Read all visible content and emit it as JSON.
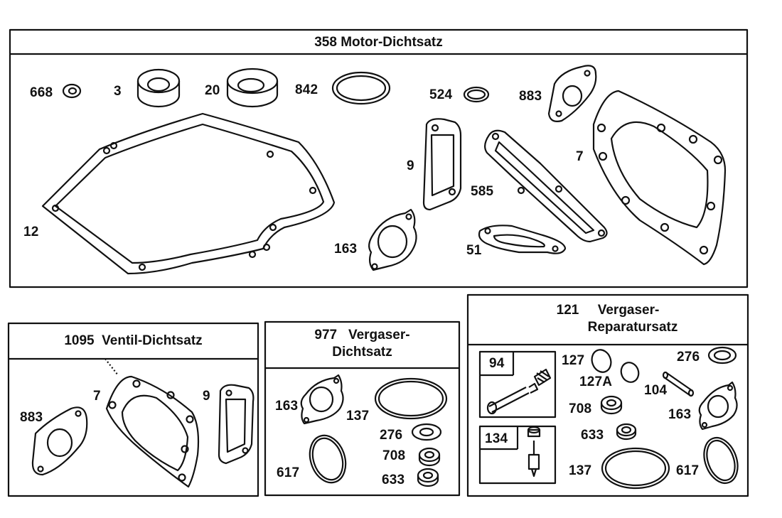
{
  "kits": {
    "motor": {
      "number": "358",
      "name": "Motor-Dichtsatz"
    },
    "ventil": {
      "number": "1095",
      "name": "Ventil-Dichtsatz"
    },
    "vergaser_dicht": {
      "number": "977",
      "name_line1": "Vergaser-",
      "name_line2": "Dichtsatz"
    },
    "vergaser_rep": {
      "number": "121",
      "name_line1": "Vergaser-",
      "name_line2": "Reparatursatz"
    }
  },
  "motor_parts": {
    "p668": "668",
    "p3": "3",
    "p20": "20",
    "p842": "842",
    "p524": "524",
    "p883": "883",
    "p9": "9",
    "p7": "7",
    "p585": "585",
    "p12": "12",
    "p163": "163",
    "p51": "51"
  },
  "ventil_parts": {
    "p883": "883",
    "p7": "7",
    "p9": "9"
  },
  "vergaser_dicht_parts": {
    "p163": "163",
    "p137": "137",
    "p276": "276",
    "p708": "708",
    "p617": "617",
    "p633": "633"
  },
  "vergaser_rep_parts": {
    "p94": "94",
    "p134": "134",
    "p127": "127",
    "p127a": "127A",
    "p276": "276",
    "p104": "104",
    "p708": "708",
    "p163": "163",
    "p633": "633",
    "p137": "137",
    "p617": "617"
  }
}
